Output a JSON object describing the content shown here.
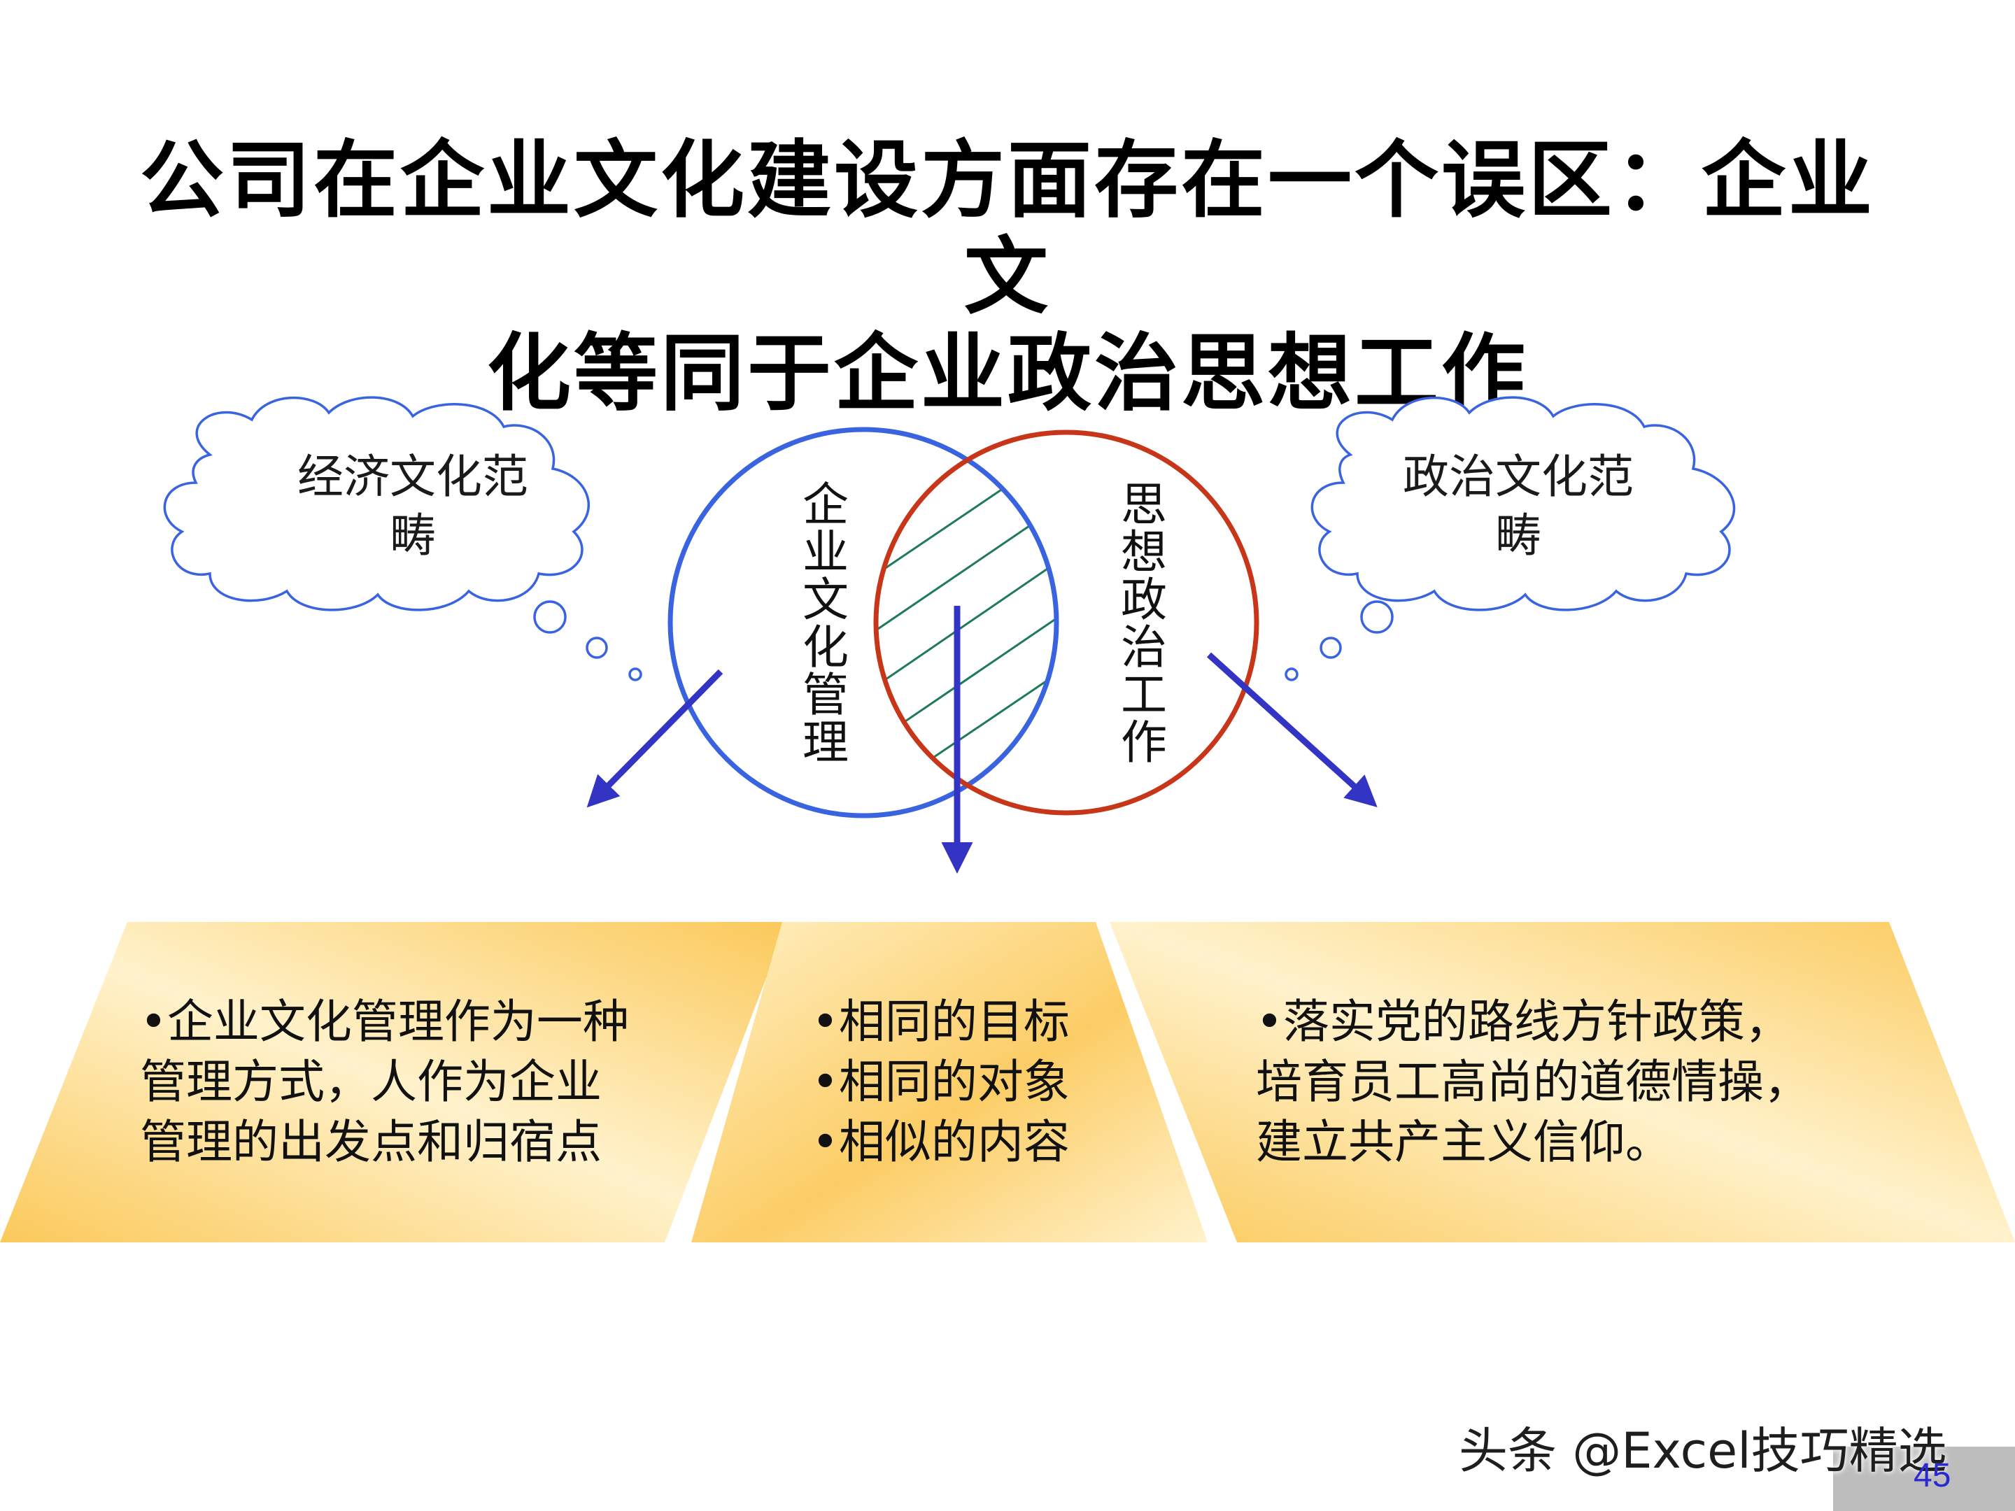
{
  "title": {
    "line1": "公司在企业文化建设方面存在一个误区：企业文",
    "line2": "化等同于企业政治思想工作"
  },
  "clouds": {
    "left": {
      "line1": "经济文化范",
      "line2": "畴"
    },
    "right": {
      "line1": "政治文化范",
      "line2": "畴"
    }
  },
  "circles": {
    "left_label": [
      "企",
      "业",
      "文",
      "化",
      "管",
      "理"
    ],
    "right_label": [
      "思",
      "想",
      "政",
      "治",
      "工",
      "作"
    ],
    "left_color": "#3a63e0",
    "right_color": "#c8361a",
    "hatch_color": "#1f7a5a",
    "arrow_color": "#3434c4"
  },
  "panels": {
    "left": {
      "lines": [
        "•企业文化管理作为一种",
        " 管理方式，人作为企业",
        "管理的出发点和归宿点"
      ]
    },
    "middle": {
      "lines": [
        "•相同的目标",
        "•相同的对象",
        "•相似的内容"
      ]
    },
    "right": {
      "lines": [
        "•落实党的路线方针政策，",
        " 培育员工高尚的道德情操，",
        " 建立共产主义信仰。"
      ]
    },
    "fill_light": "#fff2cc",
    "fill_dark": "#fbc95a"
  },
  "watermark": "头条 @Excel技巧精选",
  "page_number": "45"
}
